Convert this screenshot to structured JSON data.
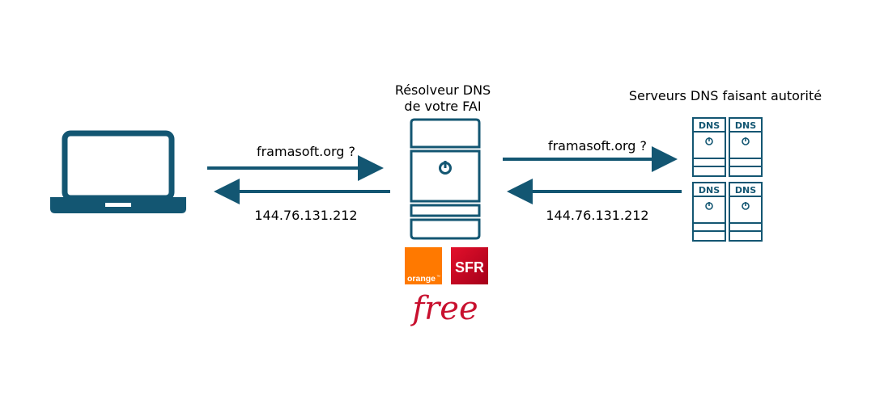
{
  "colors": {
    "primary": "#135672",
    "orange_brand": "#ff7900",
    "sfr_brand": "#d6001c",
    "free_brand": "#c8102e"
  },
  "resolver": {
    "title_line1": "Résolveur DNS",
    "title_line2": "de votre FAI"
  },
  "authoritative": {
    "title": "Serveurs DNS faisant autorité",
    "box_label": "DNS"
  },
  "arrows": {
    "left_query": "framasoft.org ?",
    "left_answer": "144.76.131.212",
    "right_query": "framasoft.org ?",
    "right_answer": "144.76.131.212"
  },
  "isp_logos": {
    "orange": "orange",
    "orange_tm": "™",
    "sfr": "SFR",
    "free": "free"
  },
  "icons": [
    "laptop-icon",
    "server-icon",
    "dns-server-icon"
  ]
}
